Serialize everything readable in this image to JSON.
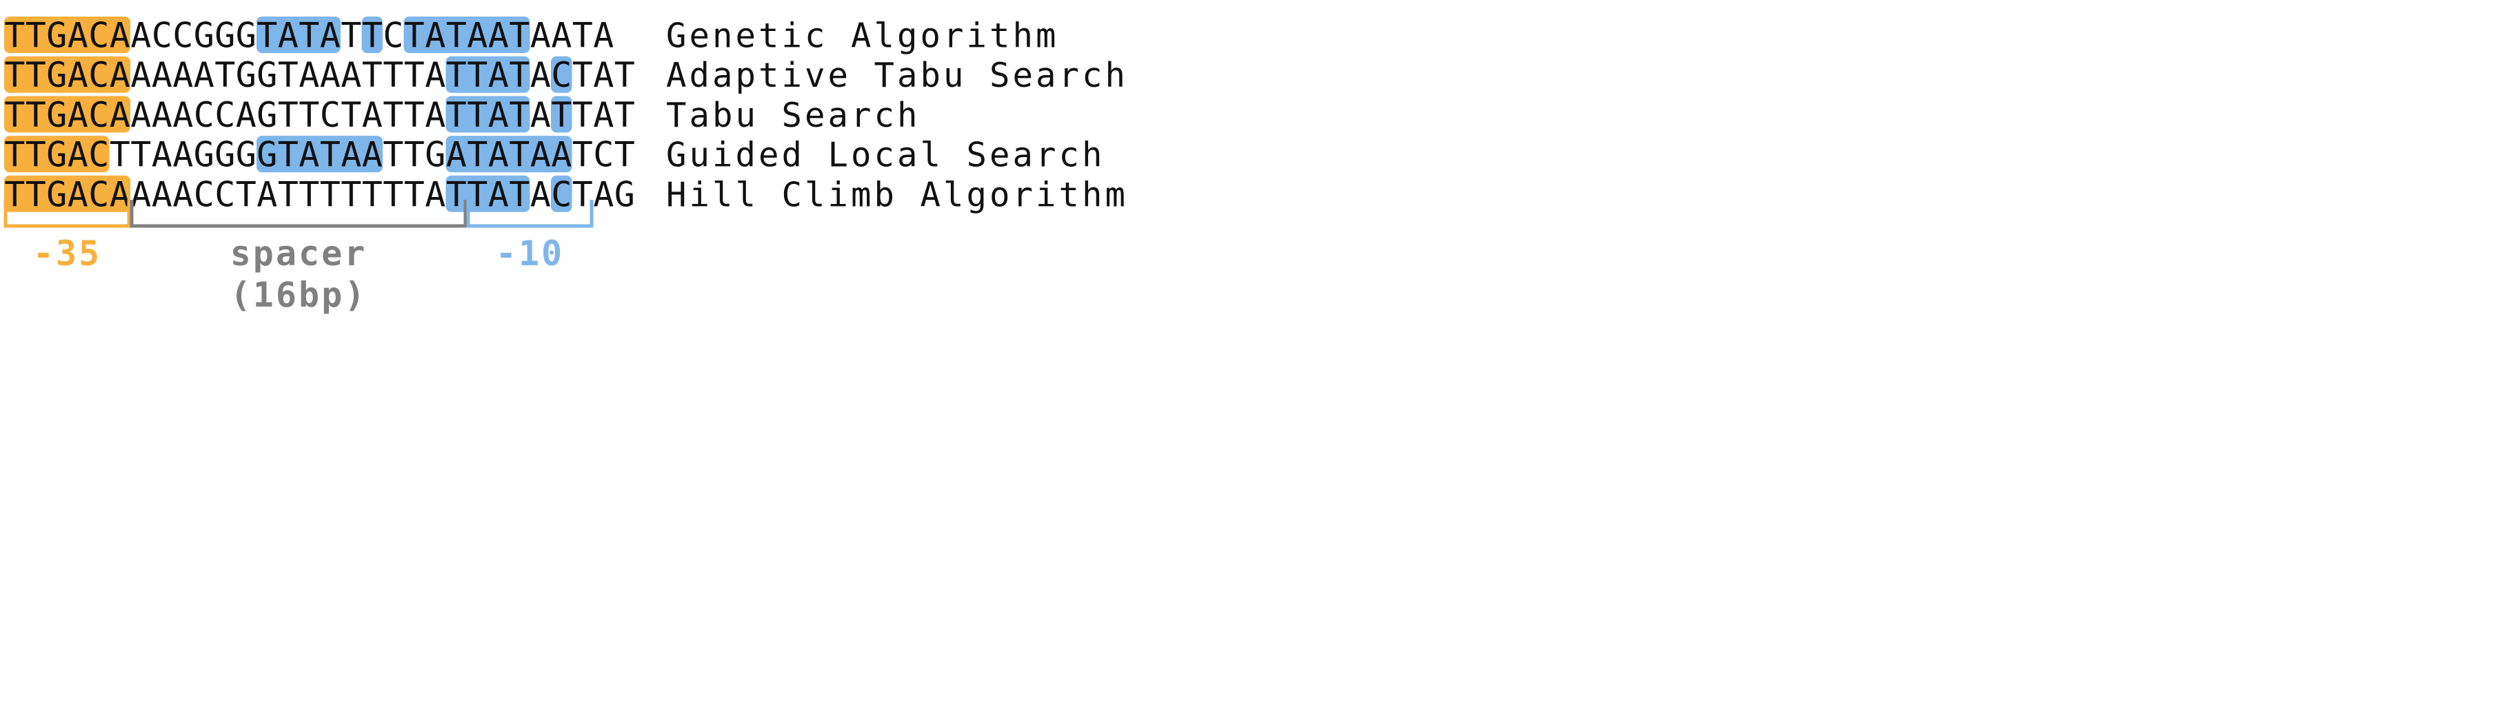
{
  "colors": {
    "region_35": "#F7B03E",
    "region_10": "#7EB6EA",
    "spacer": "#808080",
    "text": "#111111"
  },
  "sequences": [
    {
      "seq": "TTGACAACCGGGTATATTCTATAATAATA",
      "algorithm": "Genetic Algorithm",
      "highlights": [
        {
          "region": "region_35",
          "start": 0,
          "end": 6
        },
        {
          "region": "region_10",
          "start": 12,
          "end": 16
        },
        {
          "region": "region_10",
          "start": 17,
          "end": 18
        },
        {
          "region": "region_10",
          "start": 19,
          "end": 25
        }
      ]
    },
    {
      "seq": "TTGACAAAAATGGTAAATTTATTATACTAT",
      "algorithm": "Adaptive Tabu Search",
      "highlights": [
        {
          "region": "region_35",
          "start": 0,
          "end": 6
        },
        {
          "region": "region_10",
          "start": 21,
          "end": 25
        },
        {
          "region": "region_10",
          "start": 26,
          "end": 27
        }
      ]
    },
    {
      "seq": "TTGACAAAACCAGTTCTATTATTATATTAT",
      "algorithm": "Tabu Search",
      "highlights": [
        {
          "region": "region_35",
          "start": 0,
          "end": 6
        },
        {
          "region": "region_10",
          "start": 21,
          "end": 25
        },
        {
          "region": "region_10",
          "start": 26,
          "end": 27
        }
      ]
    },
    {
      "seq": "TTGACTTAAGGGGTATAATTGATATAATCT",
      "algorithm": "Guided Local Search",
      "highlights": [
        {
          "region": "region_35",
          "start": 0,
          "end": 5
        },
        {
          "region": "region_10",
          "start": 12,
          "end": 18
        },
        {
          "region": "region_10",
          "start": 21,
          "end": 27
        }
      ]
    },
    {
      "seq": "TTGACAAAACCTATTTTTTTATTATACTAG",
      "algorithm": "Hill Climb Algorithm",
      "highlights": [
        {
          "region": "region_35",
          "start": 0,
          "end": 6
        },
        {
          "region": "region_10",
          "start": 21,
          "end": 25
        },
        {
          "region": "region_10",
          "start": 26,
          "end": 27
        }
      ]
    }
  ],
  "regions": [
    {
      "key": "region_35",
      "label_lines": [
        "-35"
      ],
      "start": 0,
      "end": 6
    },
    {
      "key": "spacer",
      "label_lines": [
        "spacer",
        "(16bp)"
      ],
      "start": 6,
      "end": 22
    },
    {
      "key": "region_10",
      "label_lines": [
        "-10"
      ],
      "start": 22,
      "end": 28
    }
  ]
}
